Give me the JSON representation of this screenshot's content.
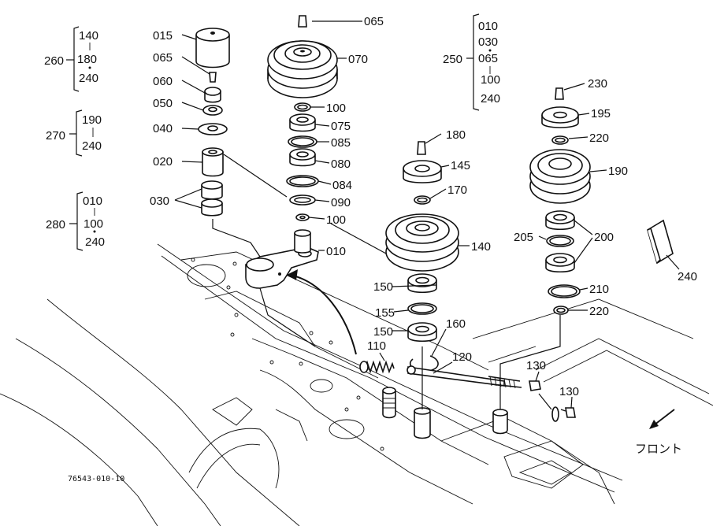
{
  "part_labels": {
    "p015": "015",
    "p065a": "065",
    "p060": "060",
    "p050": "050",
    "p040": "040",
    "p020": "020",
    "p030": "030",
    "p065b": "065",
    "p070": "070",
    "p100a": "100",
    "p075": "075",
    "p085": "085",
    "p080": "080",
    "p084": "084",
    "p090": "090",
    "p100b": "100",
    "p010": "010",
    "p180": "180",
    "p145": "145",
    "p170": "170",
    "p140": "140",
    "p150a": "150",
    "p155": "155",
    "p150b": "150",
    "p160": "160",
    "p110": "110",
    "p120": "120",
    "p130a": "130",
    "p130b": "130",
    "p230": "230",
    "p195": "195",
    "p220a": "220",
    "p190": "190",
    "p205": "205",
    "p200": "200",
    "p210": "210",
    "p220b": "220",
    "p240": "240"
  },
  "groups": {
    "g260": {
      "label": "260",
      "items": [
        "140",
        "180",
        "240"
      ]
    },
    "g270": {
      "label": "270",
      "items": [
        "190",
        "240"
      ]
    },
    "g280": {
      "label": "280",
      "items": [
        "010",
        "100",
        "240"
      ]
    },
    "g250": {
      "label": "250",
      "items": [
        "010",
        "030",
        "065",
        "100",
        "240"
      ]
    }
  },
  "front_label": "フロント",
  "drawing_code": "76543-010-10"
}
